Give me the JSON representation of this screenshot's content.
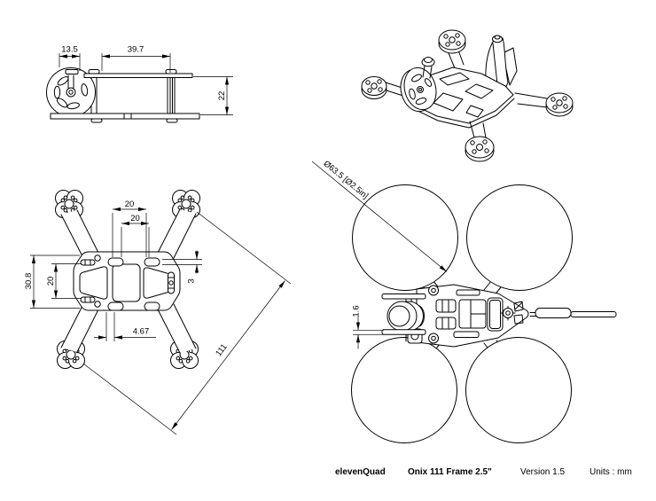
{
  "title_block": {
    "brand": "elevenQuad",
    "product": "Onix 111 Frame 2.5\"",
    "version": "Version 1.5",
    "units": "Units : mm"
  },
  "views": {
    "side": {
      "dims": {
        "cam_offset": "13.5",
        "standoff_spacing": "39.7",
        "stack_height": "22"
      }
    },
    "bottom_plate": {
      "dims": {
        "slot_pitch_outer": "20",
        "slot_pitch_inner": "20",
        "body_width": "30.8",
        "inner_width": "20",
        "slot_height": "3",
        "slot_width": "4.67",
        "motor_diagonal": "111"
      }
    },
    "assembled": {
      "dims": {
        "prop_diameter": "Ø63.5 [Ø2.5in]",
        "plate_thickness": "1.6"
      }
    }
  },
  "colors": {
    "line": "#000000",
    "background": "#ffffff"
  }
}
